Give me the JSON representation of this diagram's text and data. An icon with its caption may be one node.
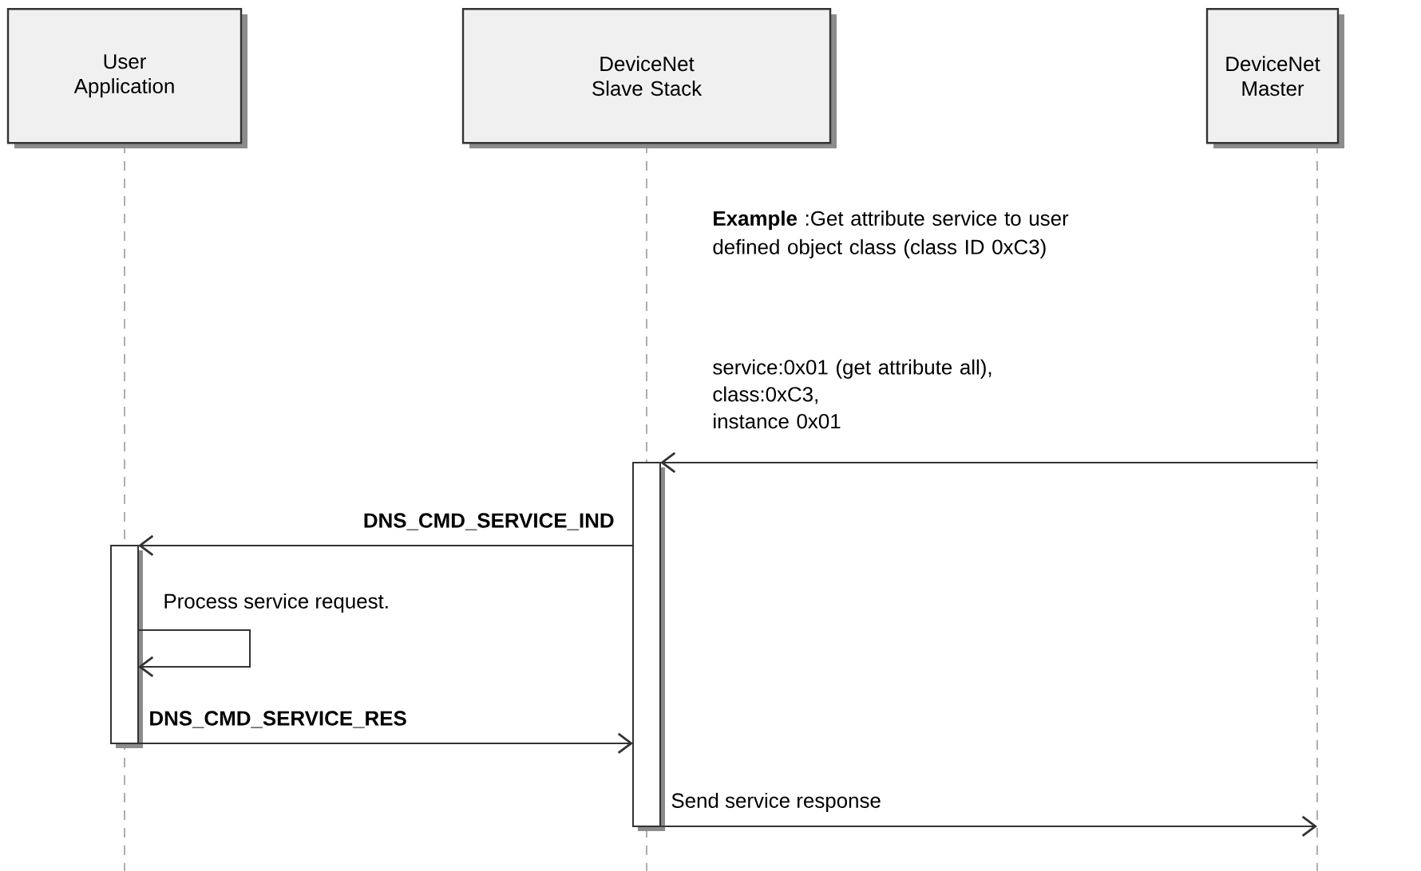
{
  "diagram": {
    "nodes": [
      {
        "text": [
          "User Application"
        ]
      },
      {
        "text": [
          "DeviceNet Slave Stack"
        ]
      },
      {
        "text": [
          "DeviceNet Master"
        ]
      },
      {
        "text": [],
        "shape": "bar",
        "in": 0
      },
      {
        "text": [],
        "shape": "bar",
        "in": 1
      }
    ],
    "edges": [
      {
        "from": 2,
        "to": 4,
        "arrow": "to",
        "label": "service:0x01 (get attribute all), class:0xC3, instance 0x01"
      },
      {
        "from": 4,
        "to": 3,
        "arrow": "to",
        "label": "DNS_CMD_SERVICE_IND"
      },
      {
        "from": 3,
        "to": 3,
        "arrow": "to",
        "label": "Process service request."
      },
      {
        "from": 3,
        "to": 4,
        "arrow": "to",
        "label": "DNS_CMD_SERVICE_RES"
      },
      {
        "from": 4,
        "to": 2,
        "arrow": "to",
        "label": "Send service response"
      }
    ],
    "labels": [
      "**Example** :Get attribute service to user defined object class (class ID 0xC3)"
    ]
  }
}
